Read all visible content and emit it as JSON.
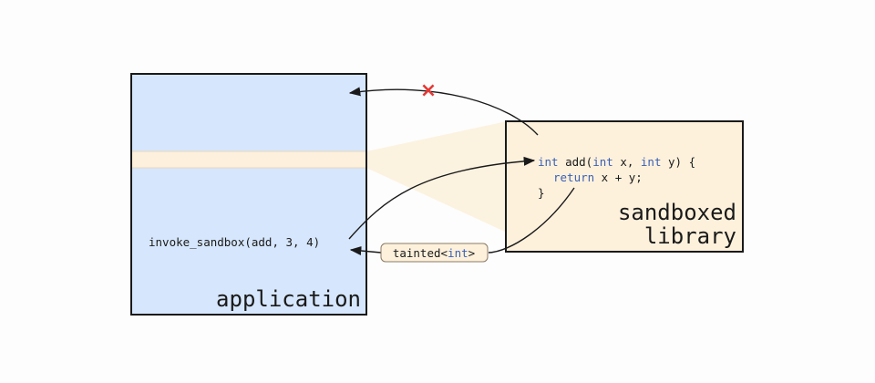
{
  "application": {
    "label": "application",
    "call_text": "invoke_sandbox(add, 3, 4)",
    "fill_color": "#d6e6fc",
    "band_color": "#fdf0dc"
  },
  "library": {
    "label_line1": "sandboxed",
    "label_line2": "library",
    "fill_color": "#fdf1dc",
    "code": {
      "line1": {
        "kw1": "int",
        "mid1": " add(",
        "kw2": "int",
        "mid2": " x, ",
        "kw3": "int",
        "rest": " y) {"
      },
      "line2": {
        "kw": "return",
        "rest": " x + y;"
      },
      "line3": "}"
    }
  },
  "return_badge": {
    "prefix": "tainted<",
    "type": "int",
    "suffix": ">"
  },
  "blocked_marker": {
    "symbol": "×",
    "color": "#e53935"
  },
  "colors": {
    "keyword": "#3a5fb5",
    "stroke": "#1a1a1a",
    "projection": "#fbe9c8"
  }
}
